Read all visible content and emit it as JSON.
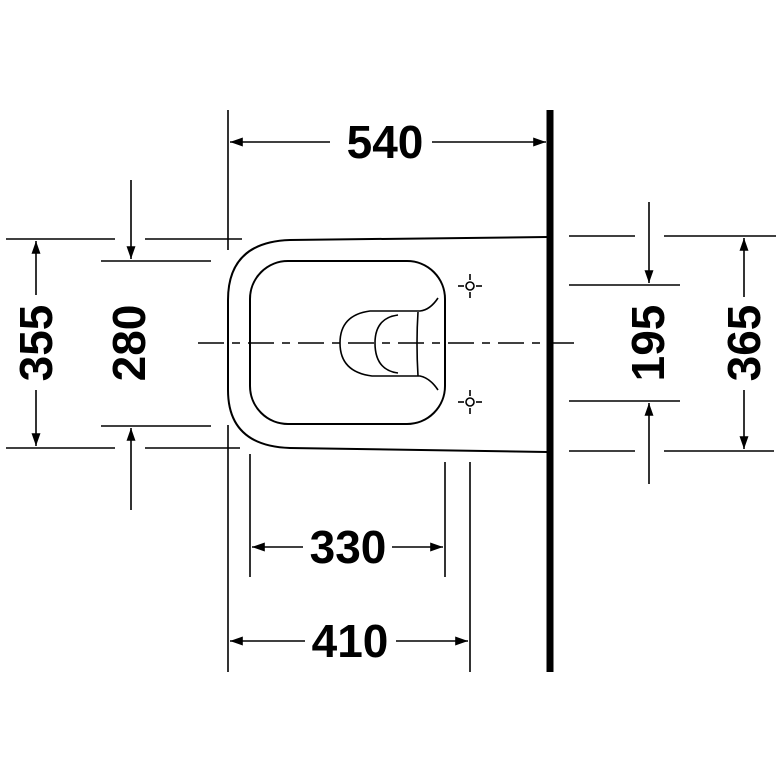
{
  "drawing": {
    "title": "Wall-mounted toilet top view dimensions",
    "colors": {
      "line": "#000000",
      "background": "#ffffff"
    },
    "dimensions": {
      "overall_length": "540",
      "width_outer_left": "355",
      "width_inner_left": "280",
      "fixing_spacing": "195",
      "height_right": "365",
      "bowl_opening_length": "330",
      "fixing_to_front": "410"
    }
  }
}
